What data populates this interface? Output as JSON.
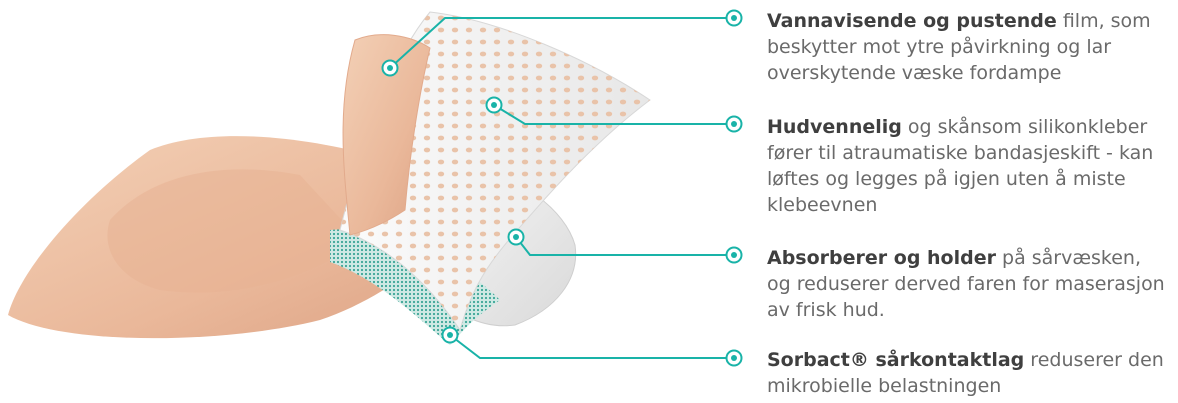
{
  "accent_color": "#19b3a8",
  "callouts": [
    {
      "bold": "Vannavisende og pustende",
      "text": " film, som beskytter mot ytre påvirkning og lar overskytende væske fordampe"
    },
    {
      "bold": "Hudvennelig",
      "text": " og skånsom silikonkleber fører til atraumatiske bandasjeskift - kan løftes og legges på igjen uten å miste klebeevnen"
    },
    {
      "bold": "Absorberer og holder",
      "text": " på sårvæsken, og reduserer derved faren for maserasjon av frisk hud."
    },
    {
      "bold": "Sorbact® sårkontaktlag",
      "text": " reduserer den mikrobielle belastningen"
    }
  ]
}
